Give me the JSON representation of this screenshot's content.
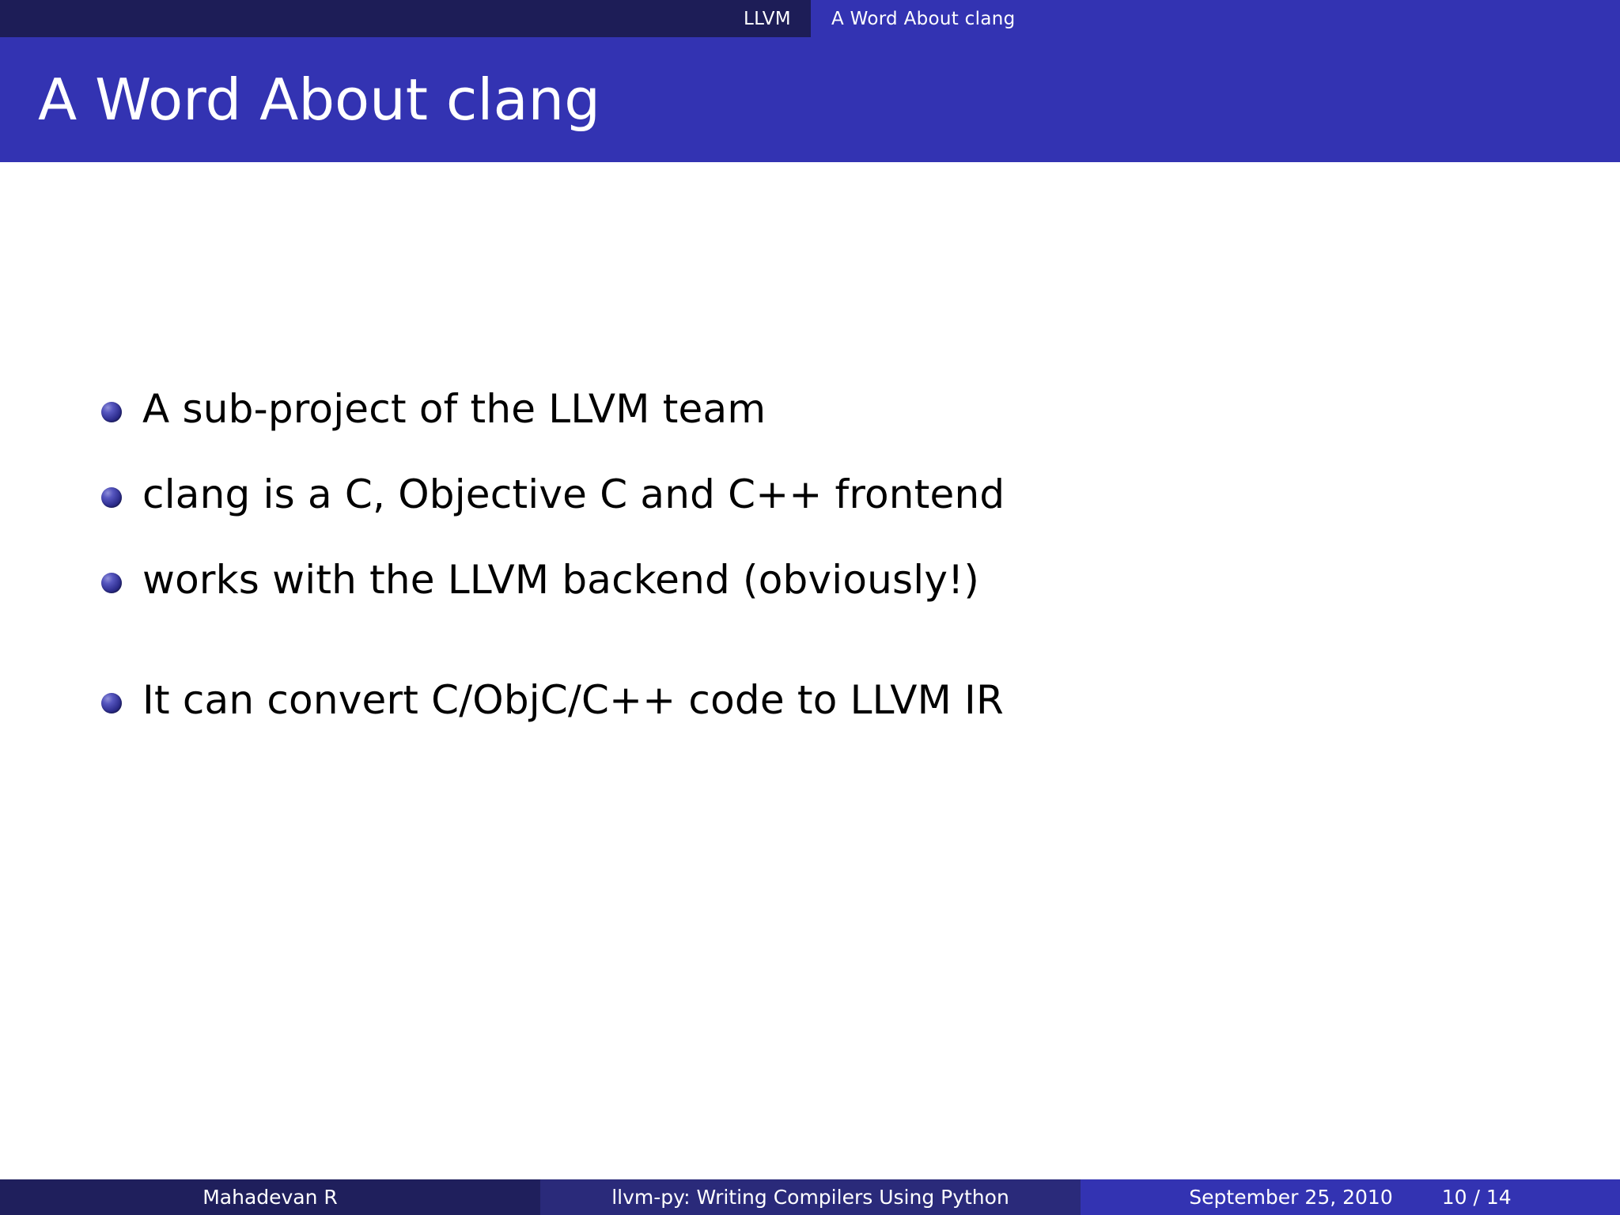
{
  "navbar": {
    "sections": [
      {
        "label": "LLVM",
        "active": true
      },
      {
        "label": "A Word About clang",
        "active": false
      }
    ]
  },
  "slide": {
    "title": "A Word About clang",
    "bullets": [
      {
        "text": "A sub-project of the LLVM team",
        "gap_before": false
      },
      {
        "text": "clang is a C, Objective C and C++ frontend",
        "gap_before": false
      },
      {
        "text": "works with the LLVM backend (obviously!)",
        "gap_before": false
      },
      {
        "text": "It can convert C/ObjC/C++ code to LLVM IR",
        "gap_before": true
      }
    ]
  },
  "footer": {
    "author": "Mahadevan R",
    "title": "llvm-py: Writing Compilers Using Python",
    "date": "September 25, 2010",
    "page": "10 / 14"
  },
  "colors": {
    "primary_blue": "#3333b2",
    "dark_navy": "#1d1d57",
    "footer_author_bg": "#1f1f5c",
    "footer_title_bg": "#2a2a7a",
    "bullet_blue": "#2e2e8f",
    "body_bg": "#ffffff",
    "text_black": "#000000",
    "text_white": "#ffffff"
  }
}
